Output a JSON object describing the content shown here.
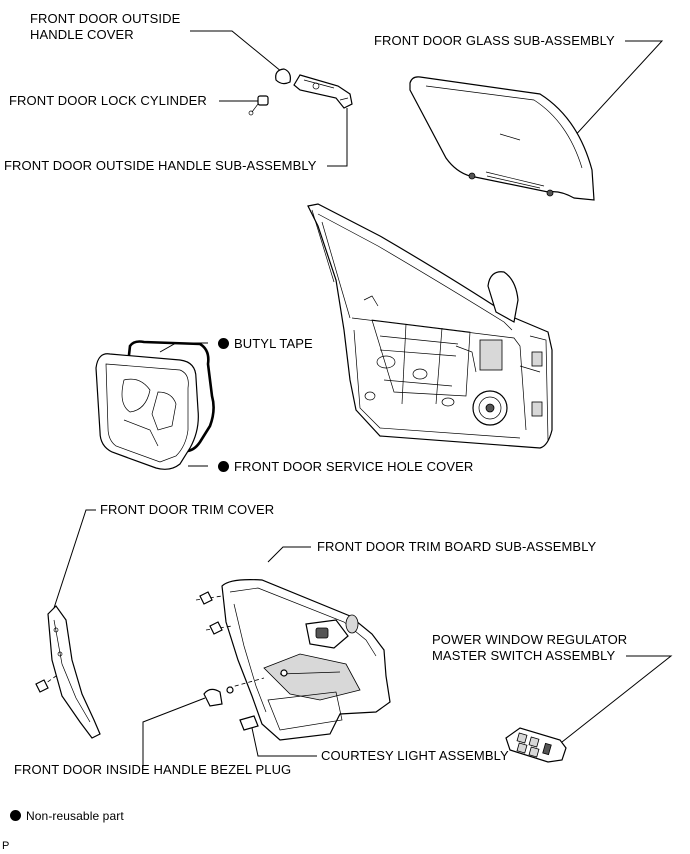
{
  "labels": {
    "outside_handle_cover_line1": "FRONT DOOR OUTSIDE",
    "outside_handle_cover_line2": "HANDLE COVER",
    "lock_cylinder": "FRONT DOOR LOCK CYLINDER",
    "outside_handle_sub": "FRONT DOOR OUTSIDE HANDLE SUB-ASSEMBLY",
    "glass_sub": "FRONT DOOR GLASS SUB-ASSEMBLY",
    "butyl_tape": "BUTYL TAPE",
    "service_hole_cover": "FRONT DOOR SERVICE HOLE COVER",
    "trim_cover": "FRONT DOOR TRIM COVER",
    "trim_board": "FRONT DOOR TRIM BOARD SUB-ASSEMBLY",
    "power_window_line1": "POWER WINDOW REGULATOR",
    "power_window_line2": "MASTER SWITCH ASSEMBLY",
    "courtesy_light": "COURTESY LIGHT ASSEMBLY",
    "inside_handle_bezel": "FRONT DOOR INSIDE HANDLE BEZEL PLUG"
  },
  "legend": {
    "non_reusable": "Non-reusable part"
  },
  "footer": {
    "code": "P"
  },
  "colors": {
    "ink": "#000000",
    "background": "#ffffff"
  }
}
